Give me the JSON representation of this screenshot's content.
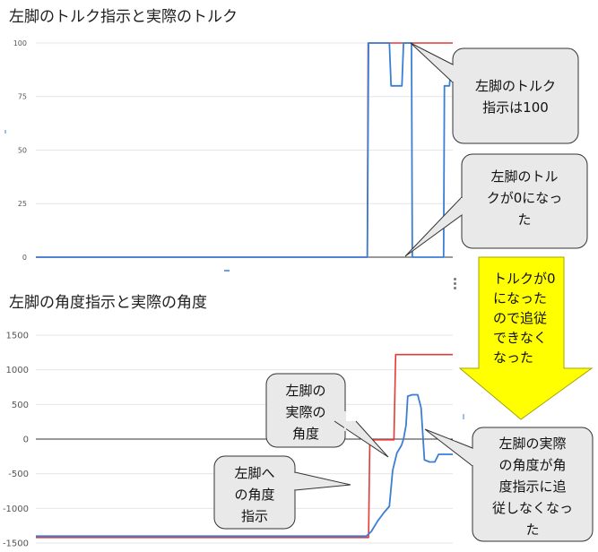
{
  "chart_data": [
    {
      "type": "line",
      "title": "左脚のトルク指示と実際のトルク",
      "ylim": [
        0,
        100
      ],
      "yticks": [
        0,
        25,
        50,
        75,
        100
      ],
      "grid": true,
      "x_range": [
        0,
        100
      ],
      "series": [
        {
          "color": "#e53935",
          "points": [
            [
              0,
              0
            ],
            [
              79.5,
              0
            ],
            [
              79.7,
              100
            ],
            [
              100,
              100
            ]
          ]
        },
        {
          "color": "#3a7fd5",
          "points": [
            [
              0,
              0
            ],
            [
              79.5,
              0
            ],
            [
              79.8,
              100
            ],
            [
              84.8,
              100
            ],
            [
              85.2,
              80
            ],
            [
              87.8,
              80
            ],
            [
              88.2,
              100
            ],
            [
              90.1,
              100
            ],
            [
              90.3,
              0
            ],
            [
              97.8,
              0
            ],
            [
              98,
              80
            ],
            [
              99.2,
              80
            ],
            [
              99.4,
              85
            ],
            [
              100,
              85
            ]
          ]
        }
      ],
      "annotations": [
        "左脚のトルク指示は100",
        "左脚のトルクが0になった"
      ]
    },
    {
      "type": "line",
      "title": "左脚の角度指示と実際の角度",
      "ylim": [
        -1500,
        1500
      ],
      "yticks": [
        -1500,
        -1000,
        -500,
        0,
        500,
        1000,
        1500
      ],
      "grid": true,
      "x_range": [
        0,
        100
      ],
      "series": [
        {
          "color": "#e53935",
          "points": [
            [
              0,
              -1420
            ],
            [
              79.8,
              -1420
            ],
            [
              80.1,
              -10
            ],
            [
              85.9,
              -10
            ],
            [
              86.3,
              1220
            ],
            [
              100,
              1220
            ]
          ]
        },
        {
          "color": "#3a7fd5",
          "points": [
            [
              0,
              -1400
            ],
            [
              79.3,
              -1400
            ],
            [
              80.5,
              -1330
            ],
            [
              82,
              -1180
            ],
            [
              83.5,
              -1060
            ],
            [
              84.8,
              -970
            ],
            [
              85.6,
              -450
            ],
            [
              86.6,
              -200
            ],
            [
              87.7,
              -90
            ],
            [
              88.2,
              0
            ],
            [
              88.8,
              200
            ],
            [
              89.2,
              620
            ],
            [
              90.3,
              640
            ],
            [
              91.6,
              640
            ],
            [
              92.4,
              450
            ],
            [
              93.2,
              -300
            ],
            [
              94.4,
              -330
            ],
            [
              95.7,
              -330
            ],
            [
              96.6,
              -220
            ],
            [
              100,
              -220
            ]
          ]
        }
      ],
      "annotations": [
        "左脚の実際の角度",
        "左脚への角度指示",
        "左脚の実際の角度が角度指示に追従しなくなった"
      ]
    }
  ],
  "labels": {
    "title1": "左脚のトルク指示と実際のトルク",
    "title2": "左脚の角度指示と実際の角度",
    "callout_torque_cmd": [
      "左脚のトルク",
      "指示は100"
    ],
    "callout_torque_zero": [
      "左脚のトル",
      "クが0になっ",
      "た"
    ],
    "callout_actual": [
      "左脚の",
      "実際の",
      "角度"
    ],
    "callout_cmd": [
      "左脚へ",
      "の角度",
      "指示"
    ],
    "callout_notfollow": [
      "左脚の実際",
      "の角度が角",
      "度指示に追",
      "従しなくなっ",
      "た"
    ],
    "arrow_text": [
      "トルクが0",
      "になった",
      "ので追従",
      "できなく",
      "なった"
    ]
  },
  "colors": {
    "command": "#e53935",
    "actual": "#3a7fd5",
    "arrow": "#ffff00",
    "callout": "#e9e9e9"
  }
}
